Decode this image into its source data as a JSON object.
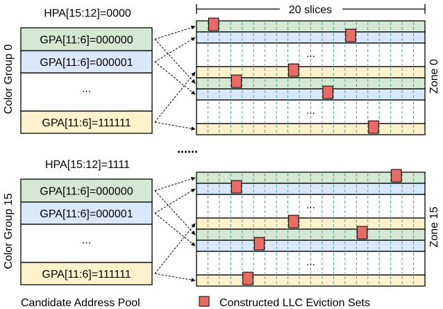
{
  "colors": {
    "green": "#d5e8d4",
    "blue": "#dae8fc",
    "yellow": "#fff2cc",
    "red": "#ea6b66",
    "grid_dash": "#3aa7a0",
    "stroke": "#000000"
  },
  "groups": [
    {
      "hpa_label": "HPA[15:12]=0000",
      "color_group_label": "Color Group 0",
      "zone_label": "Zone 0",
      "gpa_rows": [
        {
          "label": "GPA[11:6]=000000",
          "fill": "green"
        },
        {
          "label": "GPA[11:6]=000001",
          "fill": "blue"
        },
        {
          "label": "...",
          "fill": "white"
        },
        {
          "label": "GPA[11:6]=111111",
          "fill": "yellow"
        }
      ],
      "zone_rows": [
        {
          "fill": "green",
          "marked_slice": 1
        },
        {
          "fill": "blue",
          "marked_slice": 13
        },
        {
          "fill": "white",
          "ellipsis": "..."
        },
        {
          "fill": "yellow",
          "marked_slice": 8
        },
        {
          "fill": "green",
          "marked_slice": 3
        },
        {
          "fill": "blue",
          "marked_slice": 11
        },
        {
          "fill": "white",
          "ellipsis": "..."
        },
        {
          "fill": "yellow",
          "marked_slice": 15
        }
      ]
    },
    {
      "hpa_label": "HPA[15:12]=1111",
      "color_group_label": "Color Group 15",
      "zone_label": "Zone 15",
      "gpa_rows": [
        {
          "label": "GPA[11:6]=000000",
          "fill": "green"
        },
        {
          "label": "GPA[11:6]=000001",
          "fill": "blue"
        },
        {
          "label": "...",
          "fill": "white"
        },
        {
          "label": "GPA[11:6]=111111",
          "fill": "yellow"
        }
      ],
      "zone_rows": [
        {
          "fill": "green",
          "marked_slice": 17
        },
        {
          "fill": "blue",
          "marked_slice": 3
        },
        {
          "fill": "white",
          "ellipsis": "..."
        },
        {
          "fill": "yellow",
          "marked_slice": 8
        },
        {
          "fill": "green",
          "marked_slice": 14
        },
        {
          "fill": "blue",
          "marked_slice": 5
        },
        {
          "fill": "white",
          "ellipsis": "..."
        },
        {
          "fill": "yellow",
          "marked_slice": 4
        }
      ]
    }
  ],
  "slice_count": 20,
  "slices_label": "20 slices",
  "between_ellipsis": "......",
  "legend": {
    "pool_label": "Candidate Address Pool",
    "eviction_label": "Constructed LLC Eviction Sets"
  }
}
